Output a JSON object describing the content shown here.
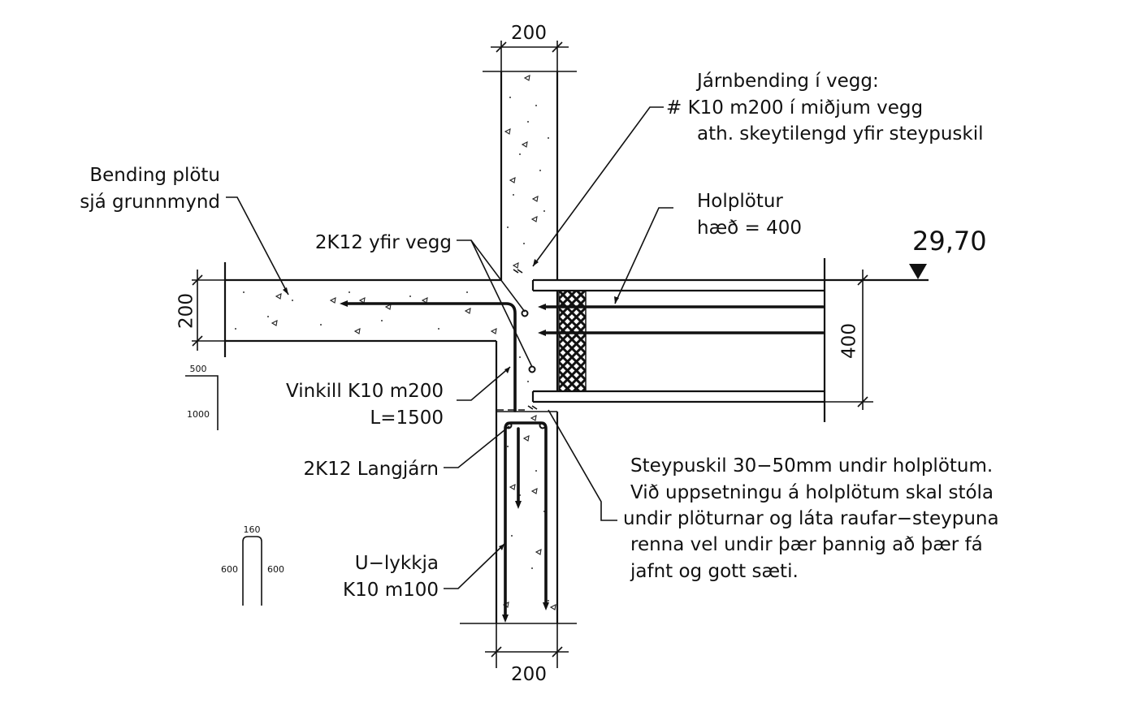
{
  "dimensions": {
    "wall_width_top": "200",
    "wall_width_bottom": "200",
    "slab_thickness": "200",
    "hollowcore_depth": "400"
  },
  "elevation": "29,70",
  "labels": {
    "wall_rebar": {
      "line1": "Járnbending í vegg:",
      "line2": "# K10 m200 í miðjum vegg",
      "line3": "ath. skeytilengd yfir steypuskil"
    },
    "slab_rebar": {
      "line1": "Bending plötu",
      "line2": "sjá grunnmynd"
    },
    "hollowcore": {
      "line1": "Holplötur",
      "line2": "hæð = 400"
    },
    "bars_over_wall": "2K12 yfir vegg",
    "angle_bar": {
      "line1": "Vinkill K10 m200",
      "line2": "L=1500"
    },
    "longitudinal_bars": "2K12 Langjárn",
    "u_loop": {
      "line1": "U−lykkja",
      "line2": "K10 m100"
    },
    "construction_joint": {
      "line1": "Steypuskil 30−50mm undir holplötum.",
      "line2": "Við uppsetningu á holplötum skal stóla",
      "line3": "undir plöturnar og láta raufar−steypuna",
      "line4": "renna vel undir þær þannig að þær fá",
      "line5": "jafnt og gott sæti."
    }
  },
  "bar_shapes": {
    "angle_leg_top": "500",
    "angle_leg_side": "1000",
    "u_top": "160",
    "u_leg_left": "600",
    "u_leg_right": "600"
  }
}
